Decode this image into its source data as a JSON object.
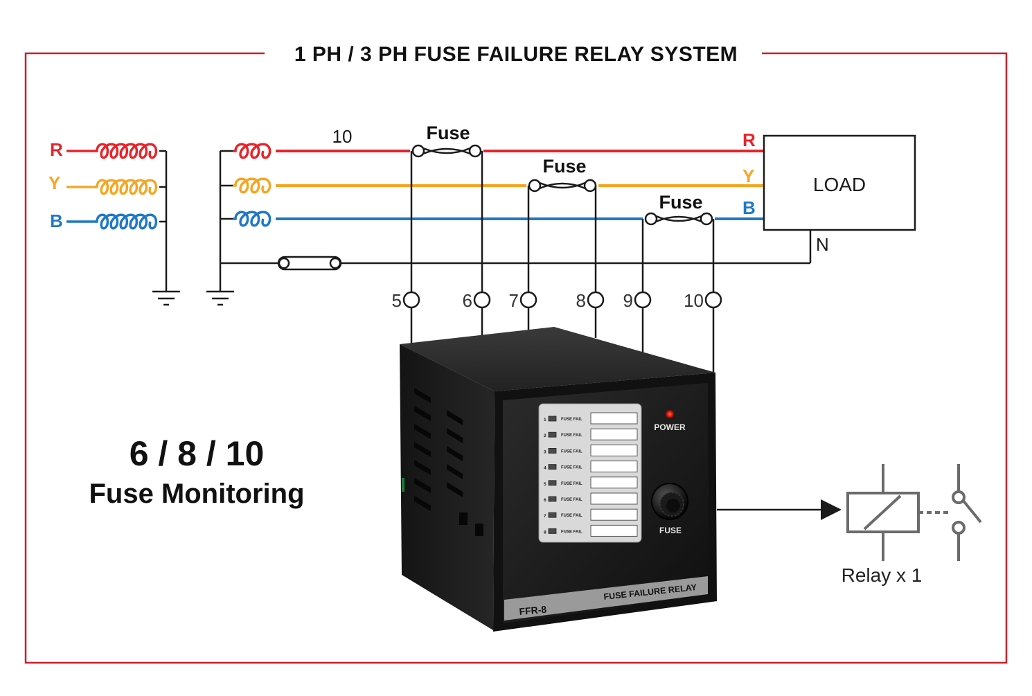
{
  "title": "1 PH / 3 PH FUSE FAILURE RELAY SYSTEM",
  "colors": {
    "frame": "#c8202a",
    "r_phase": "#e8232a",
    "y_phase": "#f5a623",
    "b_phase": "#1f78c8",
    "wire": "#1a1a1a",
    "relay_symbol": "#6b6b6b",
    "device_body": "#1c1c1c"
  },
  "source_labels": {
    "r": "R",
    "y": "Y",
    "b": "B"
  },
  "load": {
    "label": "LOAD",
    "phase_r": "R",
    "phase_y": "Y",
    "phase_b": "B",
    "neutral": "N"
  },
  "wire_number": "10",
  "fuses": [
    {
      "label": "Fuse"
    },
    {
      "label": "Fuse"
    },
    {
      "label": "Fuse"
    }
  ],
  "terminals": [
    "5",
    "6",
    "7",
    "8",
    "9",
    "10"
  ],
  "headline": {
    "count": "6 / 8 / 10",
    "subtitle": "Fuse Monitoring"
  },
  "device": {
    "model": "FFR-8",
    "name": "FUSE FAILURE RELAY",
    "power_label": "POWER",
    "fuse_label": "FUSE",
    "channels": [
      {
        "number": "1",
        "text": "FUSE FAIL"
      },
      {
        "number": "2",
        "text": "FUSE FAIL"
      },
      {
        "number": "3",
        "text": "FUSE FAIL"
      },
      {
        "number": "4",
        "text": "FUSE FAIL"
      },
      {
        "number": "5",
        "text": "FUSE FAIL"
      },
      {
        "number": "6",
        "text": "FUSE FAIL"
      },
      {
        "number": "7",
        "text": "FUSE FAIL"
      },
      {
        "number": "8",
        "text": "FUSE FAIL"
      }
    ]
  },
  "relay": {
    "label": "Relay x 1"
  },
  "icons": {
    "coil": "inductor-coil-icon",
    "ground": "ground-icon",
    "fuse": "fuse-icon",
    "terminal": "terminal-icon",
    "relay": "relay-coil-icon",
    "contact": "switch-contact-icon"
  }
}
